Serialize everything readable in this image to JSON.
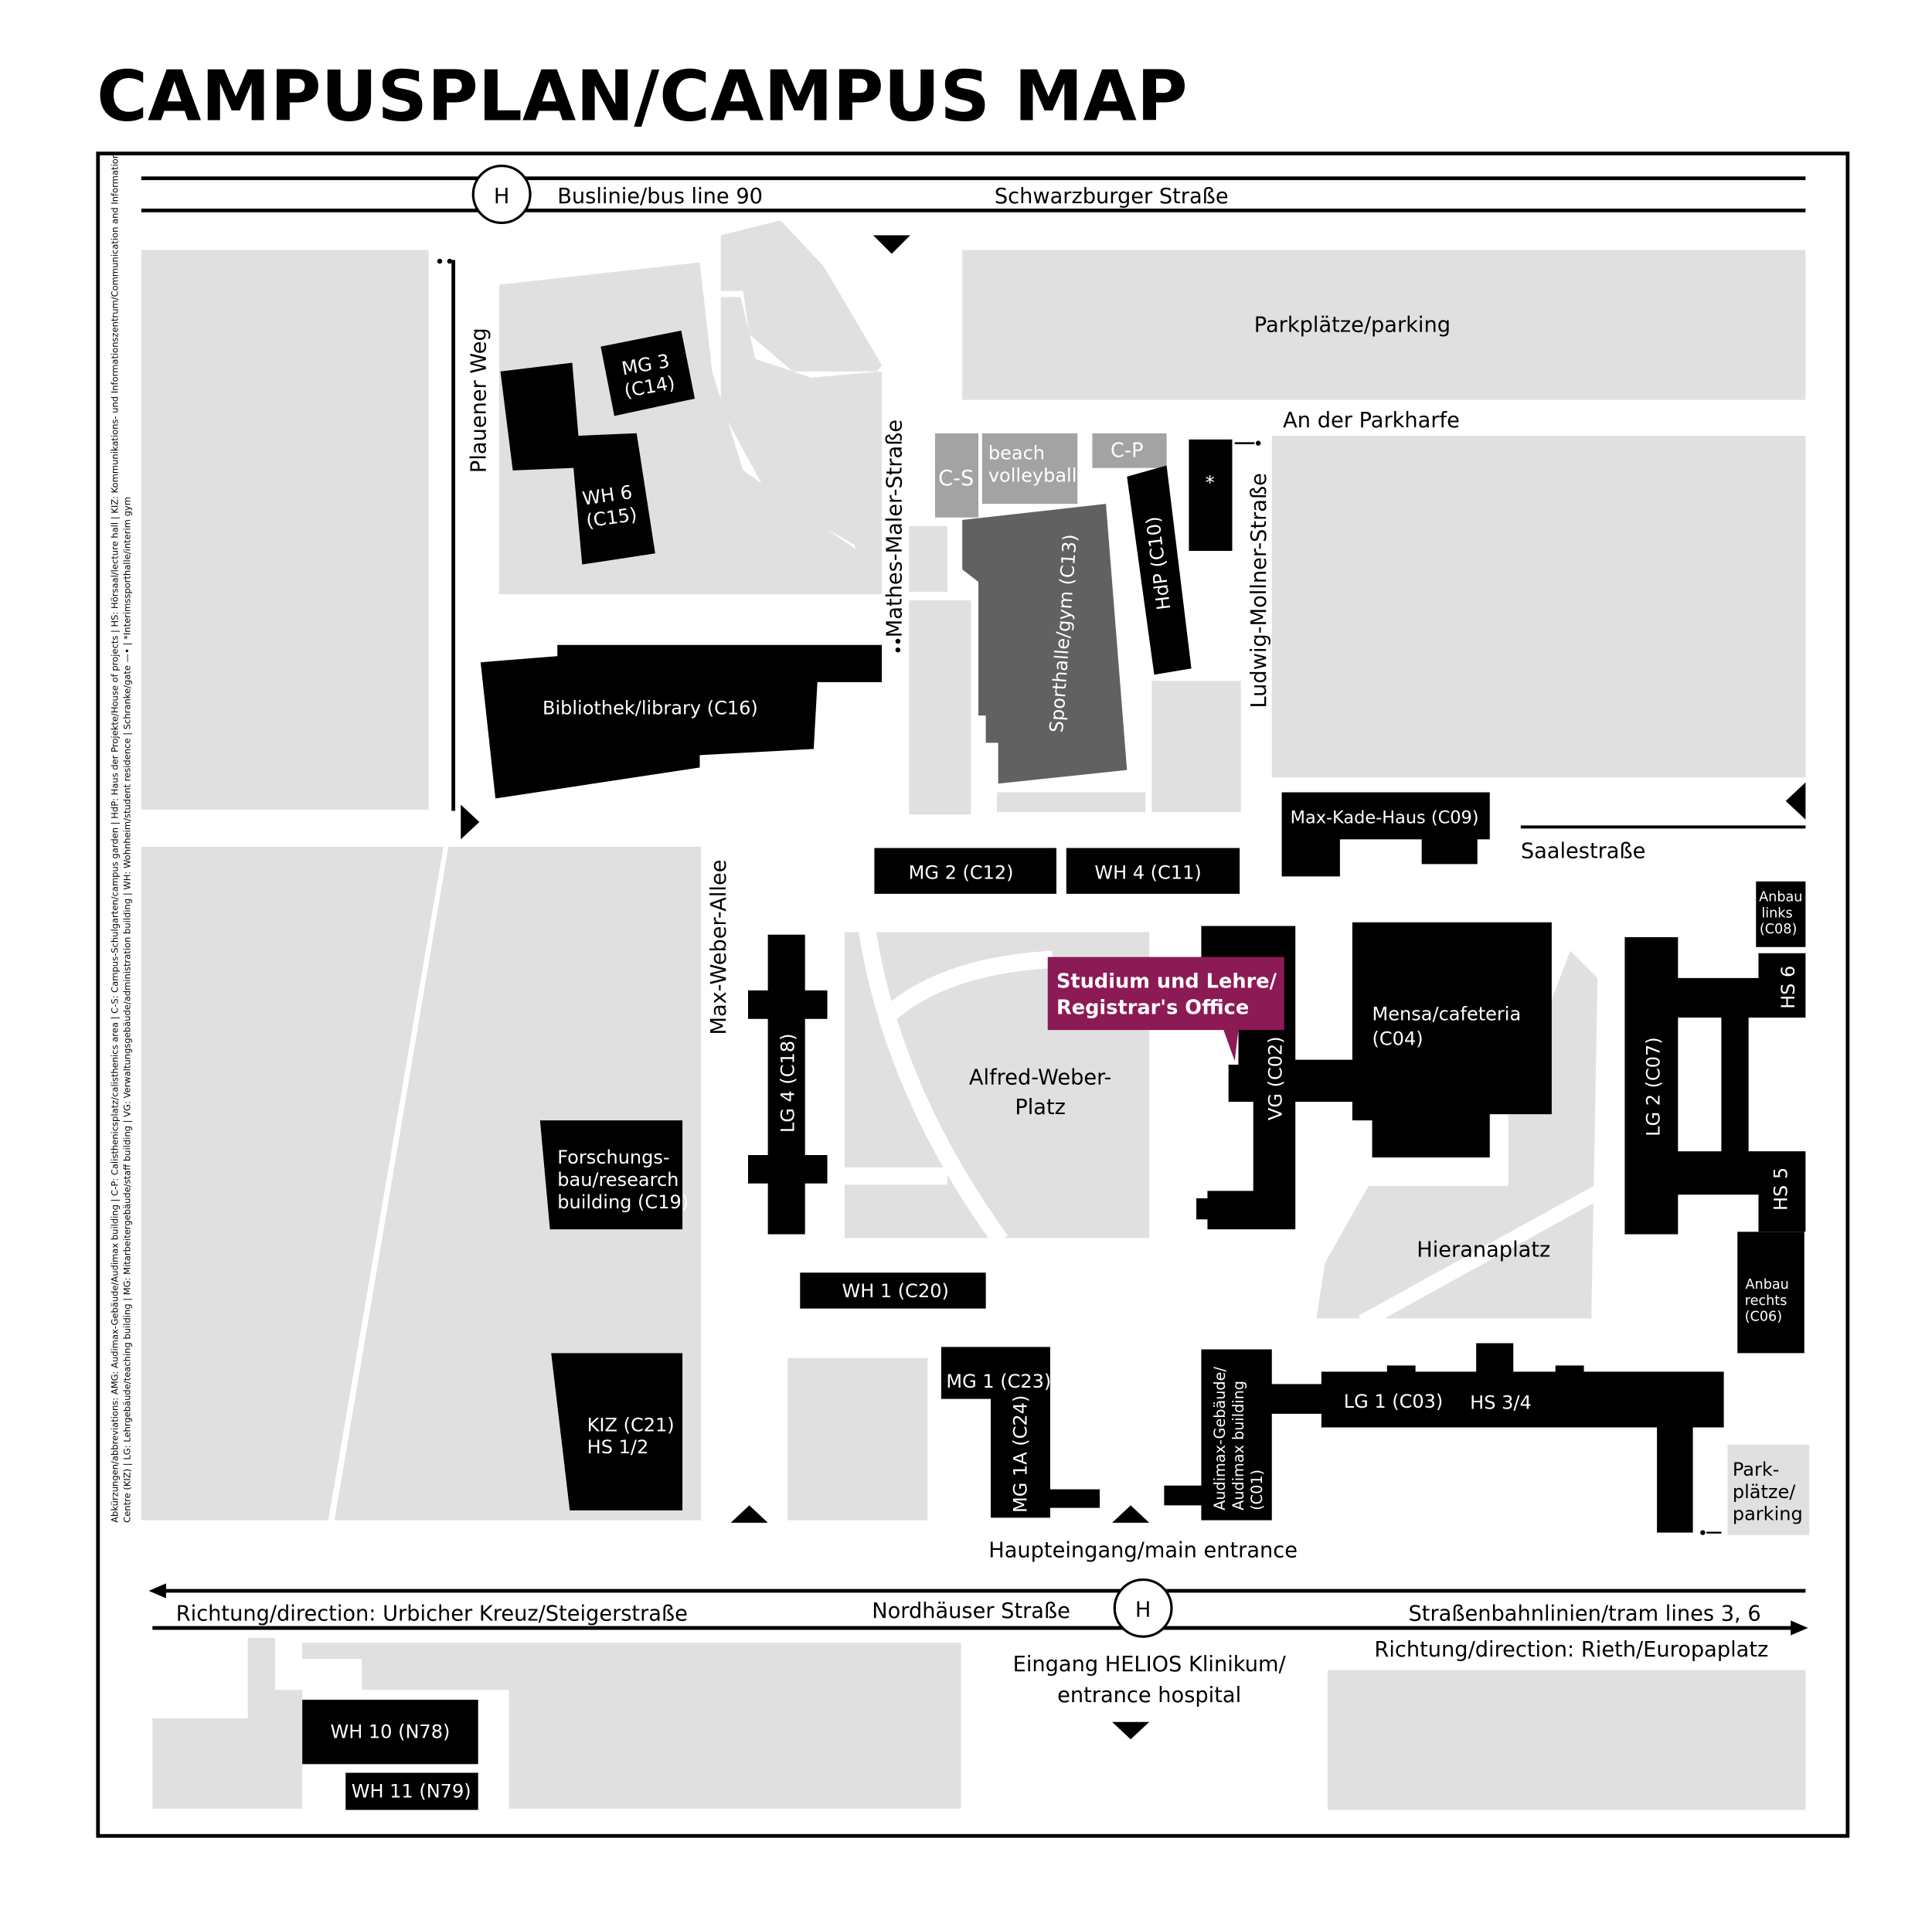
{
  "title": "CAMPUSPLAN/CAMPUS MAP",
  "colors": {
    "building": "#000000",
    "area": "#e0e0e0",
    "sport": "#a3a3a3",
    "gym": "#616161",
    "highlight": "#8b1a55"
  },
  "legend": {
    "line1": "Abkürzungen/abbreviations: AMG: Audimax-Gebäude/Audimax building | C-P: Calisthenicsplatz/calisthenics area | C-S: Campus-Schulgarten/campus garden | HdP: Haus der Projekte/House of projects | HS: Hörsaal/lecture hall | KIZ: Kommunikations- und Informationszentrum/Communication and Information",
    "line2": "Centre (KIZ) | LG: Lehrgebäude/teaching building | MG: Mitarbeitergebäude/staff building | VG: Verwaltungsgebäude/administration building | WH: Wohnheim/student residence | Schranke/gate —• | *Interimssporthalle/interim gym"
  },
  "streets": {
    "bus_stop": "H",
    "bus_line": "Buslinie/bus line 90",
    "schwarzburger": "Schwarzburger Straße",
    "parking_top": "Parkplätze/parking",
    "parkharfe": "An der Parkharfe",
    "plauener": "Plauener Weg",
    "mathes": "Mathes-Maler-Straße",
    "ludwig": "Ludwig-Mollner-Straße",
    "saale": "Saalestraße",
    "maxweber": "Max-Weber-Allee",
    "alfred1": "Alfred-Weber-",
    "alfred2": "Platz",
    "hierana": "Hieranaplatz",
    "main_entrance": "Haupteingang/main entrance",
    "dir_left": "Richtung/direction: Urbicher Kreuz/Steigerstraße",
    "nordhaeuser": "Nordhäuser Straße",
    "tram_stop": "H",
    "tram": "Straßenbahnlinien/tram lines 3, 6",
    "dir_right": "Richtung/direction: Rieth/Europaplatz",
    "helios1": "Eingang HELIOS Klinikum/",
    "helios2": "entrance hospital"
  },
  "buildings": {
    "mg3a": "MG 3",
    "mg3b": "(C14)",
    "wh6a": "WH 6",
    "wh6b": "(C15)",
    "library": "Bibliothek/library (C16)",
    "cs": "C-S",
    "beach1": "beach",
    "beach2": "volleyball",
    "cp": "C-P",
    "gym": "Sporthalle/gym (C13)",
    "hdp": "HdP (C10)",
    "interim": "*",
    "maxkade": "Max-Kade-Haus (C09)",
    "mg2": "MG 2 (C12)",
    "wh4": "WH 4 (C11)",
    "lg4": "LG 4 (C18)",
    "registrar1": "Studium und Lehre/",
    "registrar2": "Registrar's Office",
    "vg": "VG (C02)",
    "mensa1": "Mensa/cafeteria",
    "mensa2": "(C04)",
    "anbaul1": "Anbau",
    "anbaul2": "links",
    "anbaul3": "(C08)",
    "hs6": "HS 6",
    "lg2": "LG 2 (C07)",
    "hs5": "HS 5",
    "anbaur1": "Anbau",
    "anbaur2": "rechts",
    "anbaur3": "(C06)",
    "forsch1": "Forschungs-",
    "forsch2": "bau/research",
    "forsch3": "building (C19)",
    "wh1": "WH 1 (C20)",
    "kiz1": "KIZ (C21)",
    "kiz2": "HS 1/2",
    "mg1": "MG 1 (C23)",
    "mg1a": "MG 1A (C24)",
    "aud1": "Audimax-Gebäude/",
    "aud2": "Audimax building",
    "aud3": "(C01)",
    "lg1": "LG 1 (C03)",
    "hs34": "HS 3/4",
    "park1": "Park-",
    "park2": "plätze/",
    "park3": "parking",
    "wh10": "WH 10 (N78)",
    "wh11": "WH 11 (N79)"
  }
}
